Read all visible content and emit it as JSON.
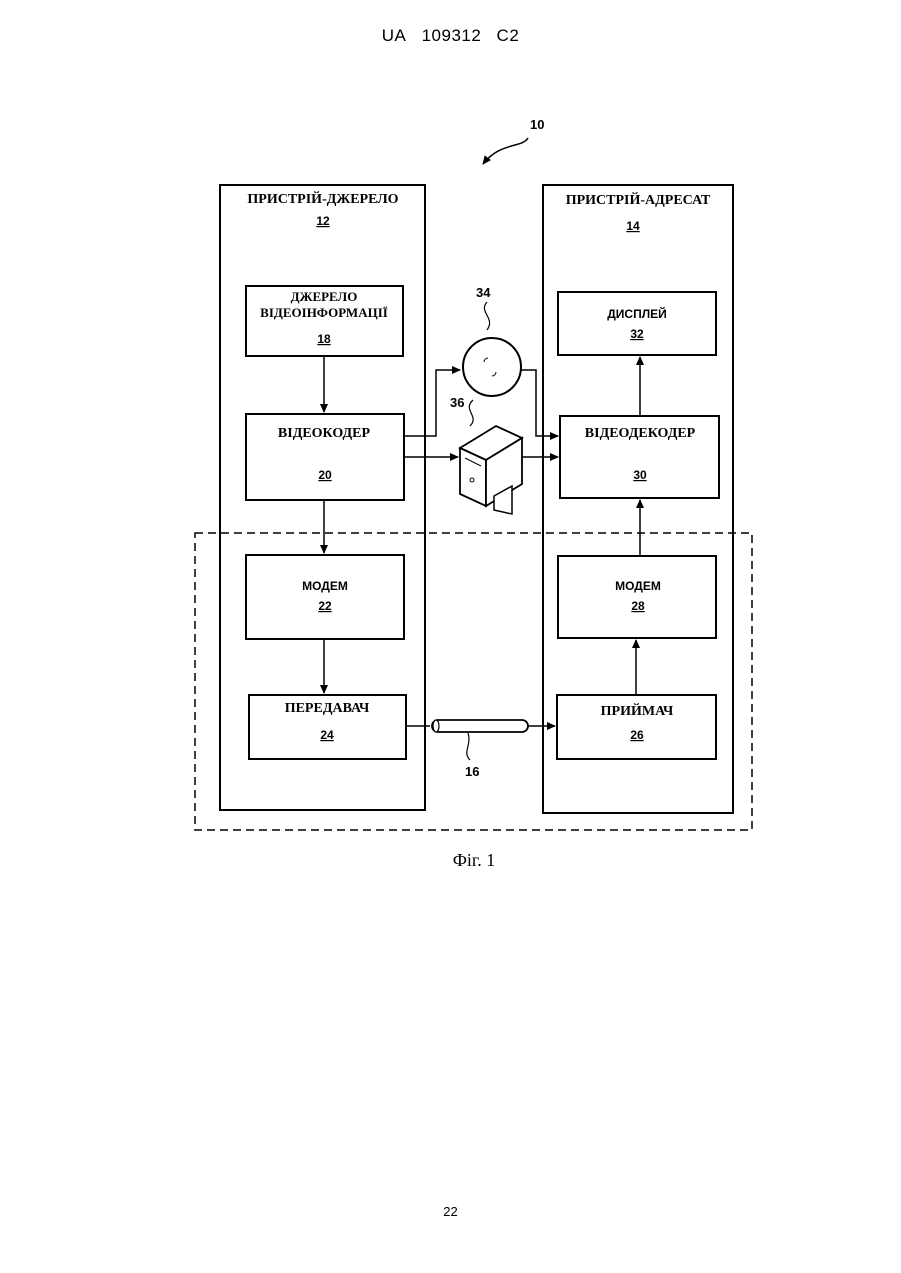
{
  "header": {
    "country": "UA",
    "number": "109312",
    "kind": "C2"
  },
  "figure": {
    "ref": "10",
    "source_device": {
      "title": "ПРИСТРІЙ-ДЖЕРЕЛО",
      "num": "12"
    },
    "dest_device": {
      "title": "ПРИСТРІЙ-АДРЕСАТ",
      "num": "14"
    },
    "video_source": {
      "line1": "ДЖЕРЕЛО",
      "line2": "ВІДЕОІНФОРМАЦІЇ",
      "num": "18"
    },
    "video_encoder": {
      "label": "ВІДЕОКОДЕР",
      "num": "20"
    },
    "modem_src": {
      "label": "МОДЕМ",
      "num": "22"
    },
    "transmitter": {
      "label": "ПЕРЕДАВАЧ",
      "num": "24"
    },
    "display": {
      "label": "ДИСПЛЕЙ",
      "num": "32"
    },
    "video_decoder": {
      "label": "ВІДЕОДЕКОДЕР",
      "num": "30"
    },
    "modem_dst": {
      "label": "МОДЕМ",
      "num": "28"
    },
    "receiver": {
      "label": "ПРИЙМАЧ",
      "num": "26"
    },
    "storage_medium_num": "34",
    "file_server_num": "36",
    "channel_num": "16",
    "caption": "Фіг. 1"
  },
  "page_number": "22"
}
